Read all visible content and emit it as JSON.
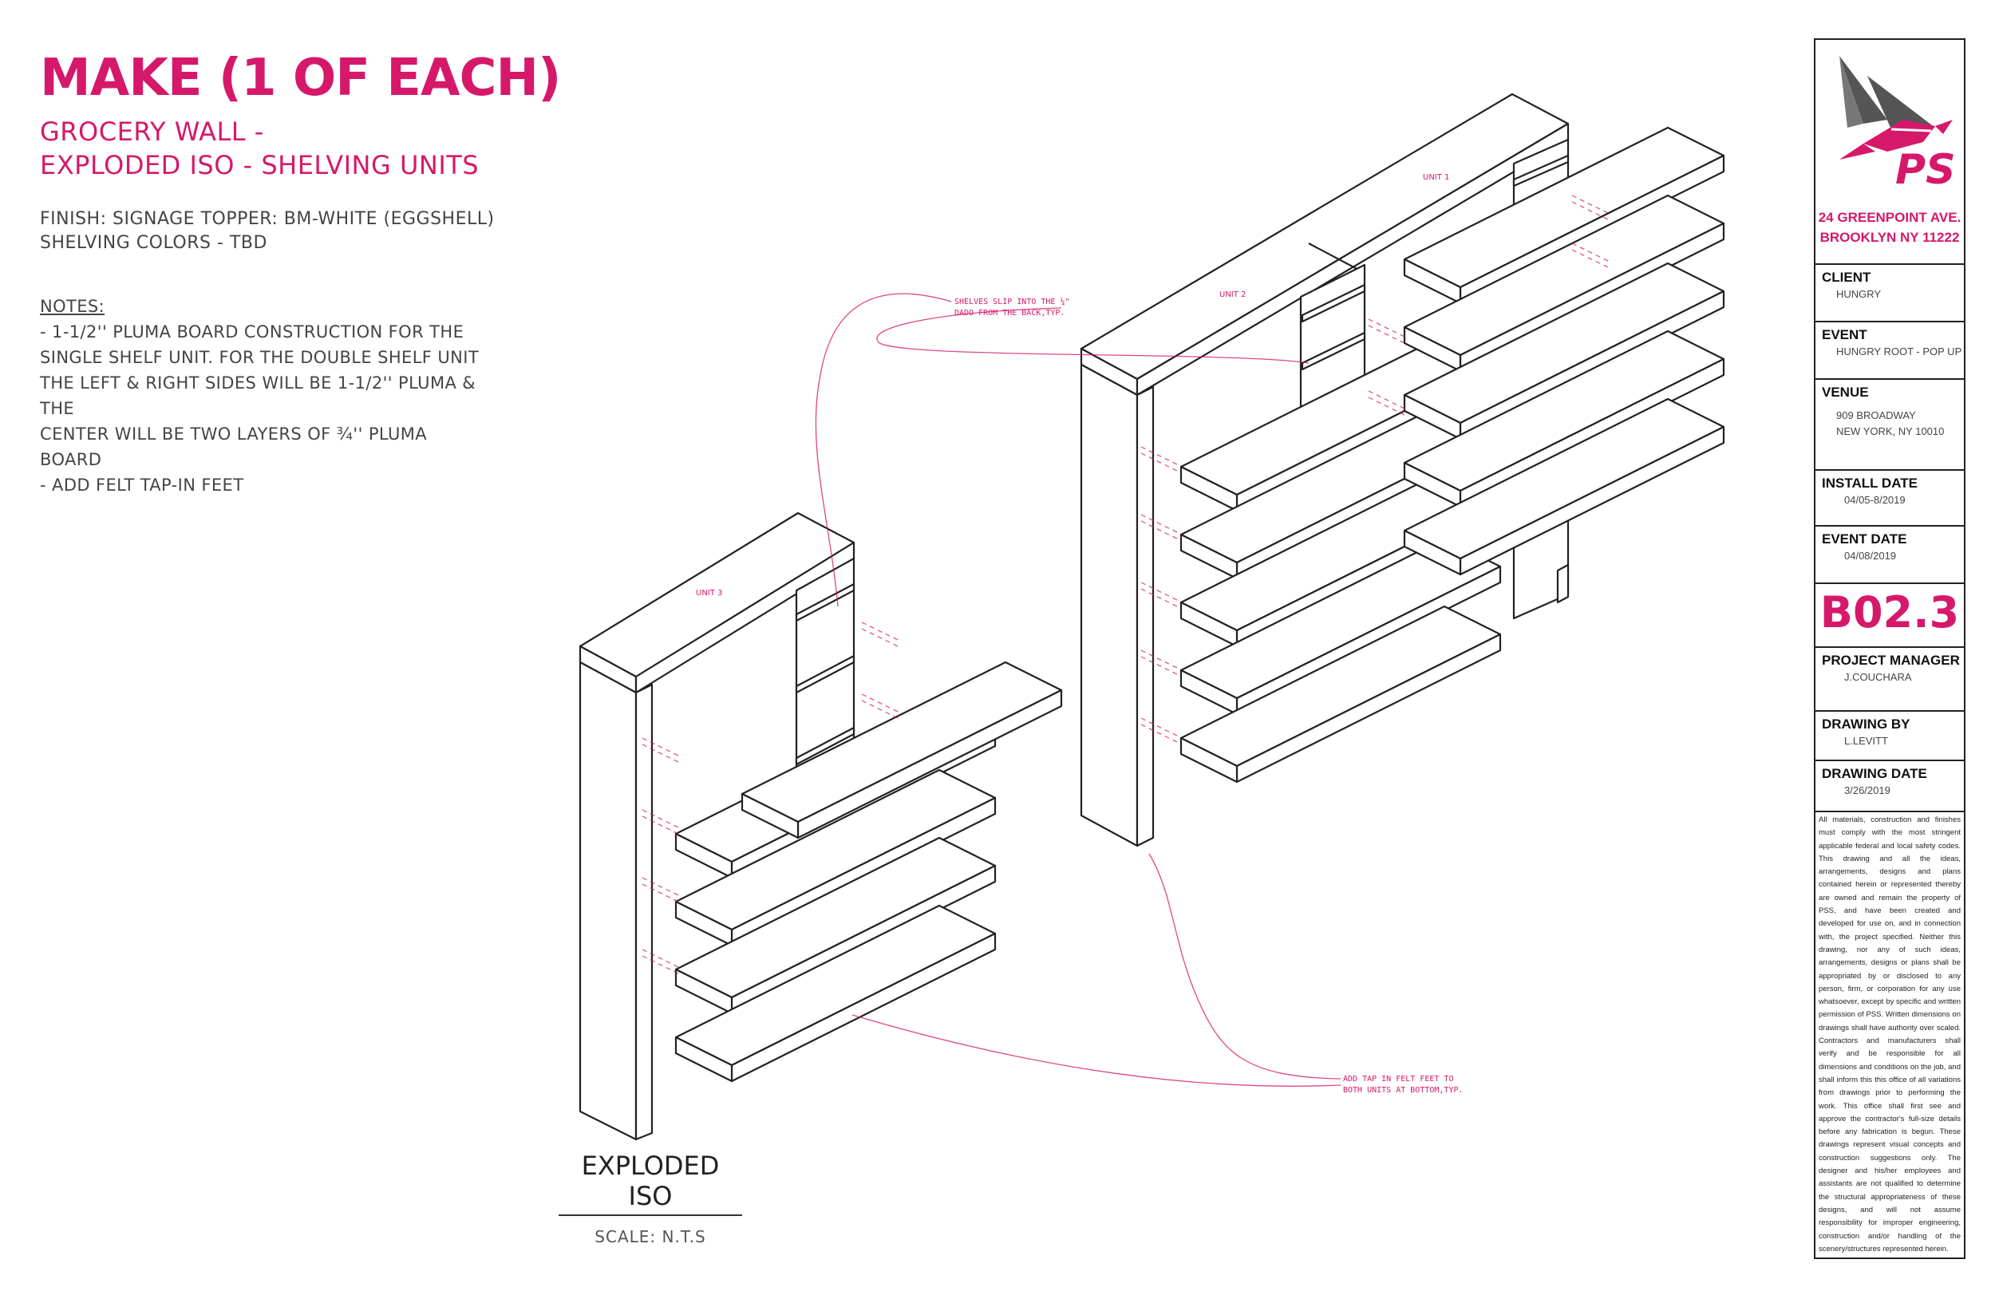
{
  "header": {
    "title": "MAKE (1 OF EACH)",
    "subtitle_line1": "GROCERY WALL -",
    "subtitle_line2": "EXPLODED ISO - SHELVING UNITS"
  },
  "finish": {
    "line1": "FINISH: SIGNAGE TOPPER: BM-WHITE (EGGSHELL)",
    "line2": "SHELVING COLORS - TBD"
  },
  "notes": {
    "heading": "NOTES:",
    "lines": [
      "- 1-1/2'' PLUMA BOARD CONSTRUCTION FOR THE",
      "SINGLE SHELF UNIT. FOR THE DOUBLE SHELF UNIT",
      "THE LEFT & RIGHT SIDES WILL BE 1-1/2'' PLUMA & THE",
      "CENTER WILL BE TWO LAYERS OF ¾'' PLUMA BOARD",
      "- ADD FELT TAP-IN FEET"
    ]
  },
  "drawing": {
    "unit_labels": [
      "UNIT 1",
      "UNIT 2",
      "UNIT 3"
    ],
    "callout_shelves": [
      "SHELVES SLIP INTO THE ¼\"",
      "DADO FROM THE BACK,TYP."
    ],
    "callout_feet": [
      "ADD TAP IN FELT FEET TO",
      "BOTH UNITS AT BOTTOM,TYP."
    ],
    "view_title": "EXPLODED ISO",
    "scale": "SCALE:  N.T.S"
  },
  "title_block": {
    "logo_text": "PS",
    "address_line1": "24 GREENPOINT AVE.",
    "address_line2": "BROOKLYN NY 11222",
    "client_label": "CLIENT",
    "client_value": "HUNGRY",
    "event_label": "EVENT",
    "event_value": "HUNGRY ROOT - POP UP",
    "venue_label": "VENUE",
    "venue_line1": "909 BROADWAY",
    "venue_line2": "NEW YORK, NY 10010",
    "install_label": "INSTALL DATE",
    "install_value": "04/05-8/2019",
    "event_date_label": "EVENT DATE",
    "event_date_value": "04/08/2019",
    "drawing_code": "B02.3",
    "pm_label": "PROJECT MANAGER",
    "pm_value": "J.COUCHARA",
    "drawn_label": "DRAWING BY",
    "drawn_value": "L.LEVITT",
    "drawing_date_label": "DRAWING DATE",
    "drawing_date_value": "3/26/2019",
    "legal": "All materials, construction and finishes must comply with the most stringent applicable federal and local safety codes. This drawing and all the ideas, arrangements, designs and plans contained herein or represented thereby are owned and remain the property of PSS, and have been created and developed for use on, and in connection with, the project specified. Neither this drawing, nor any of such ideas, arrangements, designs or plans shall be appropriated by or disclosed to any person, firm, or corporation for any use whatsoever, except by specific and written permission of PSS. Written dimensions on drawings shall have authority over scaled. Contractors and manufacturers shall verify and be responsible for all dimensions and conditions on the job, and shall inform this this office of all variations from drawings prior to performing the work. This office shall first see and approve the contractor's full-size details before any fabrication is begun. These drawings represent visual concepts and construction suggestions only. The designer and his/her employees and assistants are not qualified to determine the structural appropriateness of these designs, and will not assume responsibility for improper engineering, construction and/or handling of the scenery/structures represented herein."
  },
  "colors": {
    "accent": "#d6186a",
    "logo_gray": "#555555",
    "line": "#222222"
  }
}
